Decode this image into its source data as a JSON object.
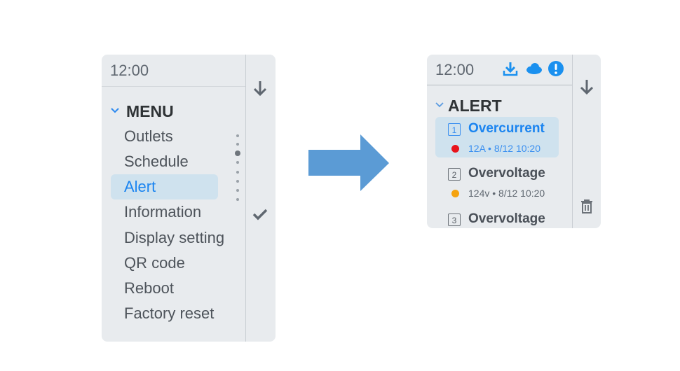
{
  "left_panel": {
    "time": "12:00",
    "menu_title": "MENU",
    "items": [
      "Outlets",
      "Schedule",
      "Alert",
      "Information",
      "Display setting",
      "QR code",
      "Reboot",
      "Factory reset"
    ],
    "active_index": 2
  },
  "right_panel": {
    "time": "12:00",
    "title": "ALERT",
    "alerts": [
      {
        "num": "1",
        "name": "Overcurrent",
        "meta": "12A • 8/12 10:20",
        "status_color": "#e8141b"
      },
      {
        "num": "2",
        "name": "Overvoltage",
        "meta": "124v • 8/12 10:20",
        "status_color": "#f5a30f"
      },
      {
        "num": "3",
        "name": "Overvoltage",
        "meta": ""
      }
    ]
  },
  "colors": {
    "accent": "#1a84f0",
    "arrow": "#5b9bd5"
  }
}
